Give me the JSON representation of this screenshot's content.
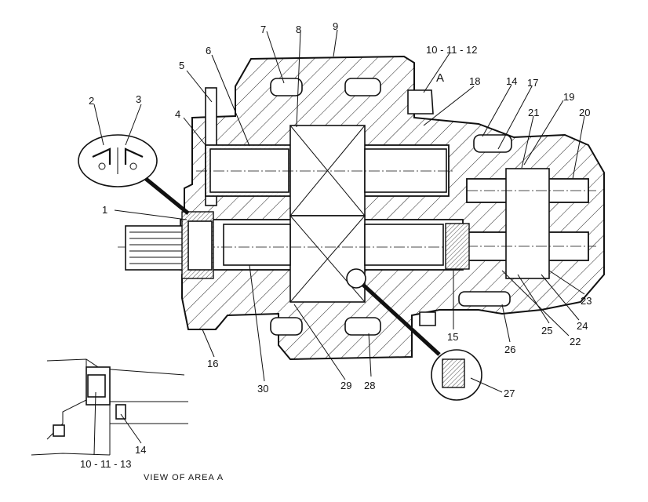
{
  "labels": {
    "n1": "1",
    "n2": "2",
    "n3": "3",
    "n4": "4",
    "n5": "5",
    "n6": "6",
    "n7": "7",
    "n8": "8",
    "n9": "9",
    "n10_11_12": "10 - 11 - 12",
    "a": "A",
    "n14": "14",
    "n15": "15",
    "n16": "16",
    "n17": "17",
    "n18": "18",
    "n19": "19",
    "n20": "20",
    "n21": "21",
    "n22": "22",
    "n23": "23",
    "n24": "24",
    "n25": "25",
    "n26": "26",
    "n27": "27",
    "n28": "28",
    "n29": "29",
    "n30": "30",
    "n10_11_13": "10 - 11 - 13",
    "n14b": "14"
  },
  "caption": "VIEW OF AREA A"
}
